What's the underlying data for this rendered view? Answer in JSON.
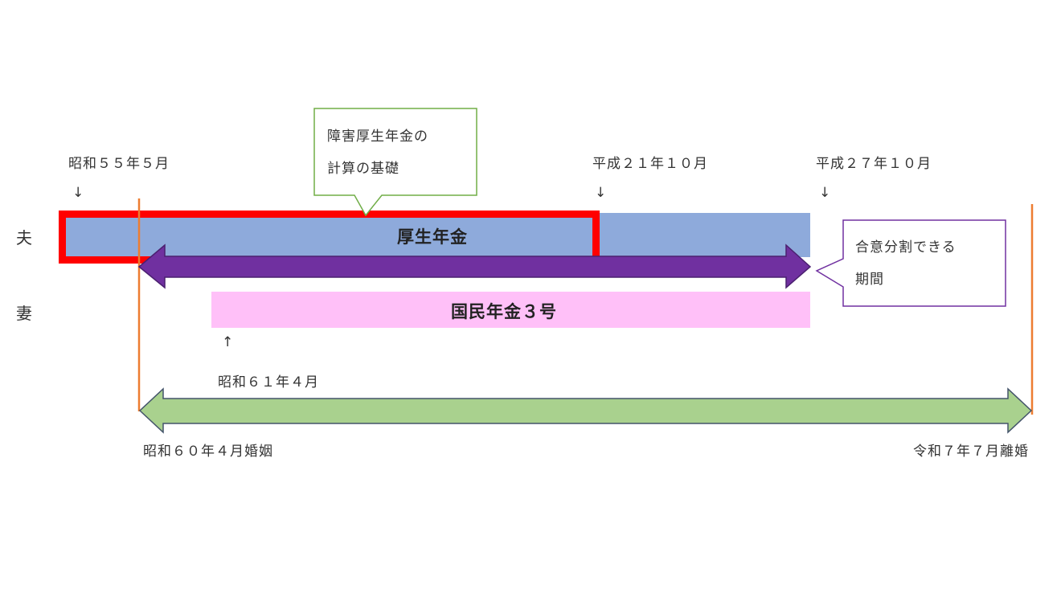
{
  "rows": {
    "husband": "夫",
    "wife": "妻"
  },
  "dates": {
    "s55": "昭和５５年５月",
    "h21": "平成２１年１０月",
    "h27": "平成２７年１０月",
    "s61": "昭和６１年４月",
    "marriage": "昭和６０年４月婚姻",
    "divorce": "令和７年７月離婚"
  },
  "arrows": {
    "down": "↓",
    "up": "↑"
  },
  "bars": {
    "kosei": "厚生年金",
    "kokumin3": "国民年金３号"
  },
  "callouts": {
    "disability_line1": "障害厚生年金の",
    "disability_line2": "計算の基礎",
    "agreement_line1": "合意分割できる",
    "agreement_line2": "期間"
  },
  "colors": {
    "blue": "#8eaadb",
    "red": "#ff0000",
    "purple": "#7030a0",
    "pink": "#ffc0f8",
    "green": "#a9d18e",
    "orange": "#ed7d31"
  }
}
